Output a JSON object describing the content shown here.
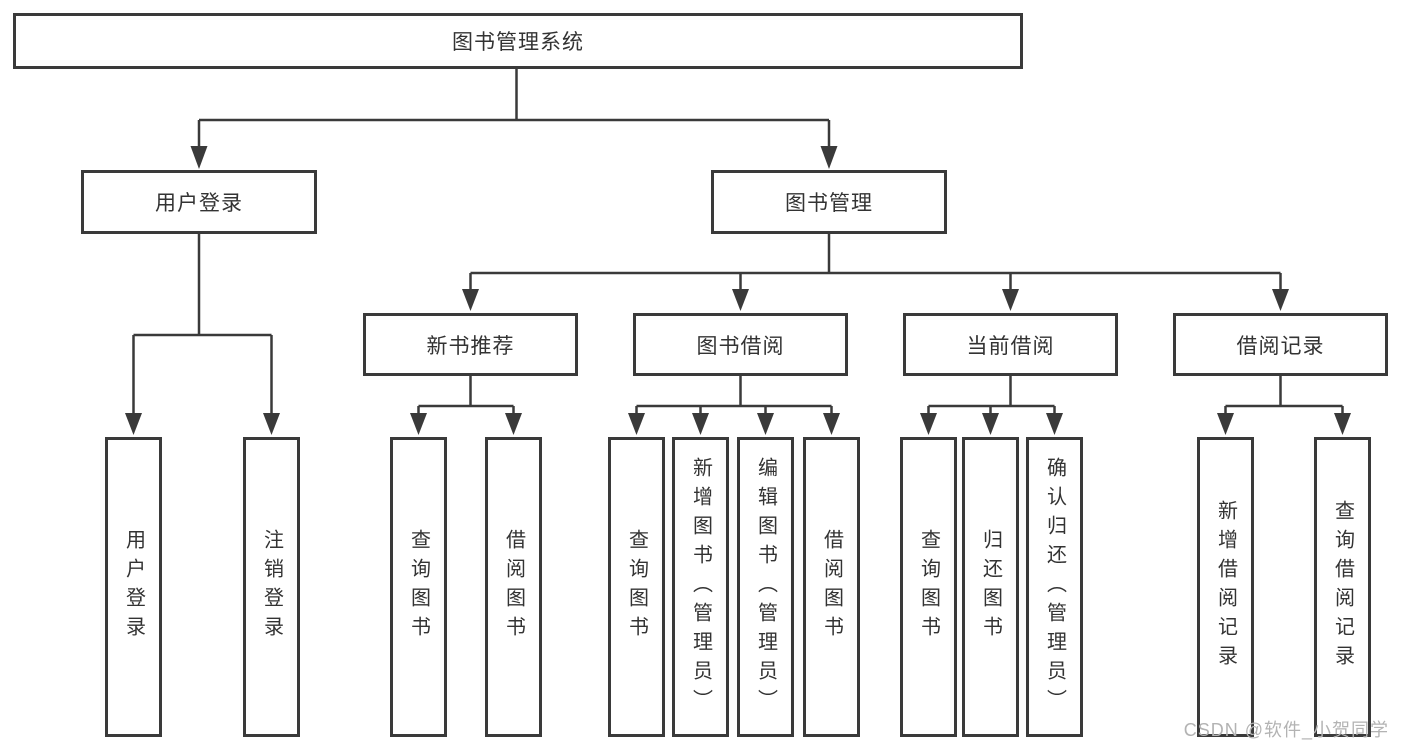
{
  "tree": {
    "root": {
      "label": "图书管理系统"
    },
    "user_login": {
      "label": "用户登录",
      "children": [
        {
          "label": "用户登录"
        },
        {
          "label": "注销登录"
        }
      ]
    },
    "book_mgmt": {
      "label": "图书管理",
      "children": [
        {
          "label": "新书推荐",
          "children": [
            {
              "label": "查询图书"
            },
            {
              "label": "借阅图书"
            }
          ]
        },
        {
          "label": "图书借阅",
          "children": [
            {
              "label": "查询图书"
            },
            {
              "label": "新增图书（管理员）"
            },
            {
              "label": "编辑图书（管理员）"
            },
            {
              "label": "借阅图书"
            }
          ]
        },
        {
          "label": "当前借阅",
          "children": [
            {
              "label": "查询图书"
            },
            {
              "label": "归还图书"
            },
            {
              "label": "确认归还（管理员）"
            }
          ]
        },
        {
          "label": "借阅记录",
          "children": [
            {
              "label": "新增借阅记录"
            },
            {
              "label": "查询借阅记录"
            }
          ]
        }
      ]
    }
  },
  "watermark": "CSDN @软件_小贺同学",
  "colors": {
    "line": "#3a3a3a",
    "box_border": "#3a3a3a",
    "text": "#333333",
    "watermark": "#b3b3b3",
    "background": "#ffffff"
  }
}
